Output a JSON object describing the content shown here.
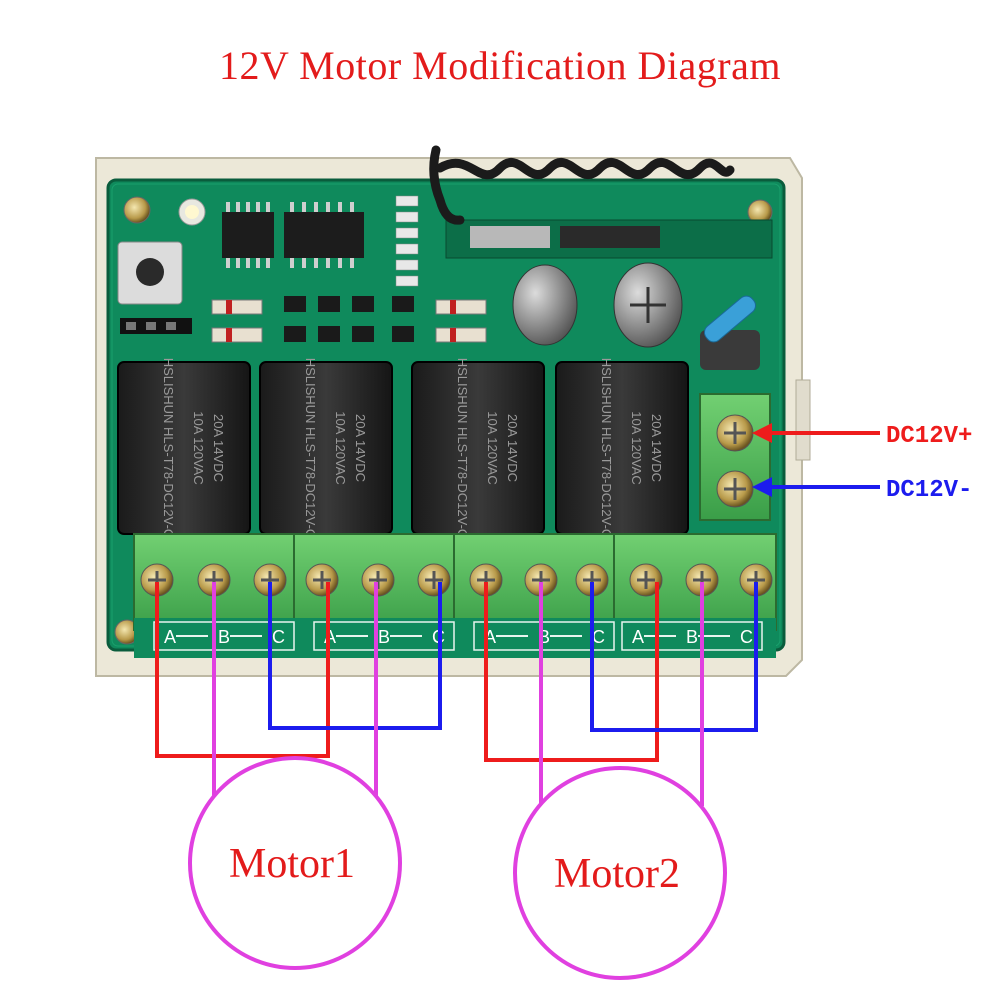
{
  "title": "12V Motor Modification Diagram",
  "power": {
    "positive_label": "DC12V+",
    "negative_label": "DC12V-"
  },
  "relay": {
    "brand": "HSLISHUN",
    "model": "HLS-T78-DC12V-C",
    "rating_ac": "10A 120VAC",
    "rating_dc": "20A 14VDC"
  },
  "terminal_groups": [
    {
      "a": "A",
      "b": "B",
      "c": "C"
    },
    {
      "a": "A",
      "b": "B",
      "c": "C"
    },
    {
      "a": "A",
      "b": "B",
      "c": "C"
    },
    {
      "a": "A",
      "b": "B",
      "c": "C"
    }
  ],
  "motors": [
    {
      "label": "Motor1"
    },
    {
      "label": "Motor2"
    }
  ],
  "colors": {
    "title": "#e31b1b",
    "positive_wire": "#ee1c1c",
    "negative_wire": "#1c1cee",
    "motor_wire": "#e040e0",
    "pcb": "#0f8a5c",
    "terminal": "#4fbf5a"
  }
}
